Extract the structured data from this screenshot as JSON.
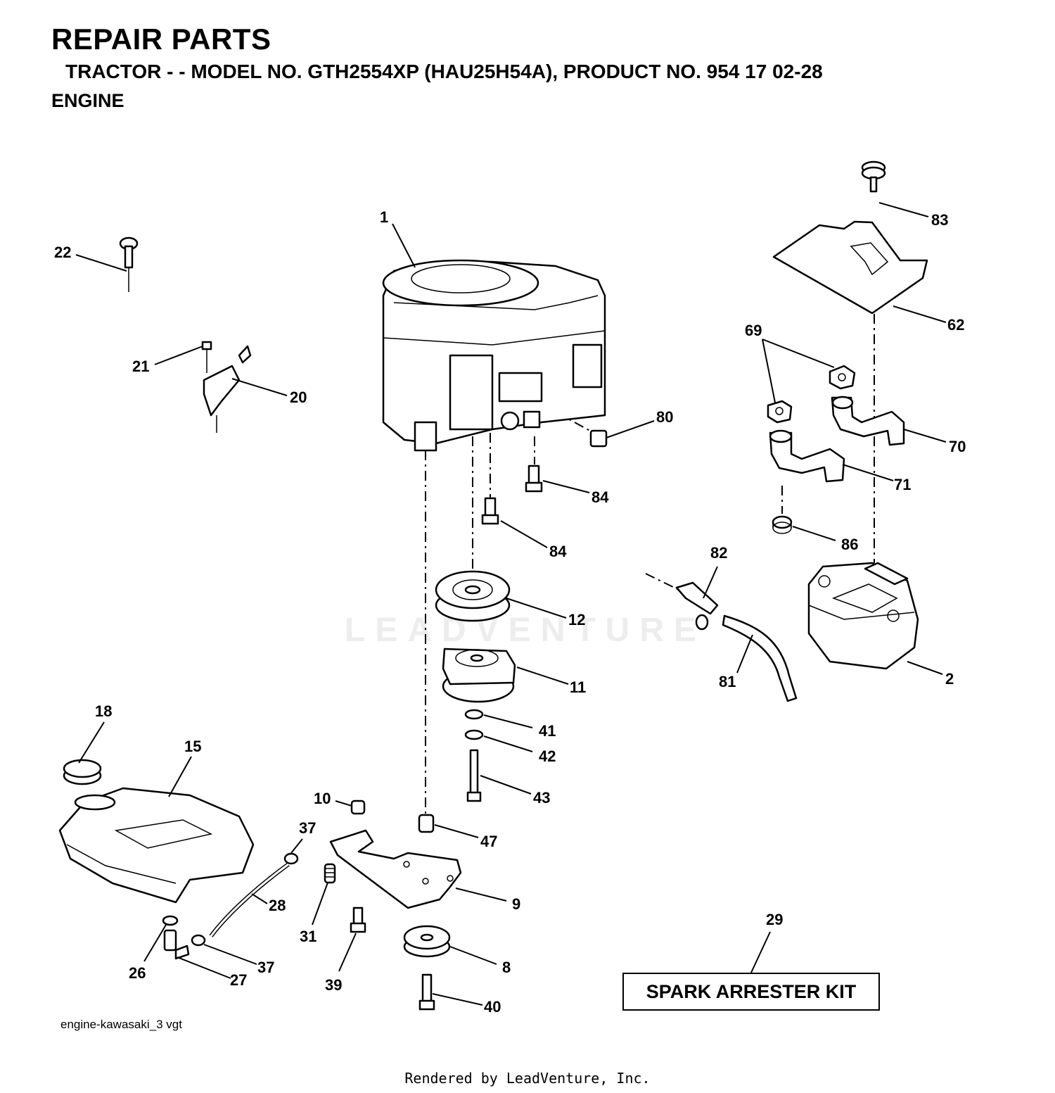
{
  "header": {
    "title": "REPAIR PARTS",
    "subtitle": "TRACTOR - - MODEL NO. GTH2554XP (HAU25H54A), PRODUCT NO. 954 17 02-28",
    "section": "ENGINE"
  },
  "callouts": [
    "1",
    "2",
    "8",
    "9",
    "10",
    "11",
    "12",
    "15",
    "18",
    "20",
    "21",
    "22",
    "26",
    "27",
    "28",
    "29",
    "31",
    "37",
    "37",
    "39",
    "40",
    "41",
    "42",
    "43",
    "47",
    "62",
    "69",
    "70",
    "71",
    "80",
    "81",
    "82",
    "83",
    "84",
    "84",
    "86"
  ],
  "kit_label": "SPARK ARRESTER KIT",
  "diagram_code": "engine-kawasaki_3 vgt",
  "watermark": "LEADVENTURE",
  "footer": "Rendered by LeadVenture, Inc."
}
